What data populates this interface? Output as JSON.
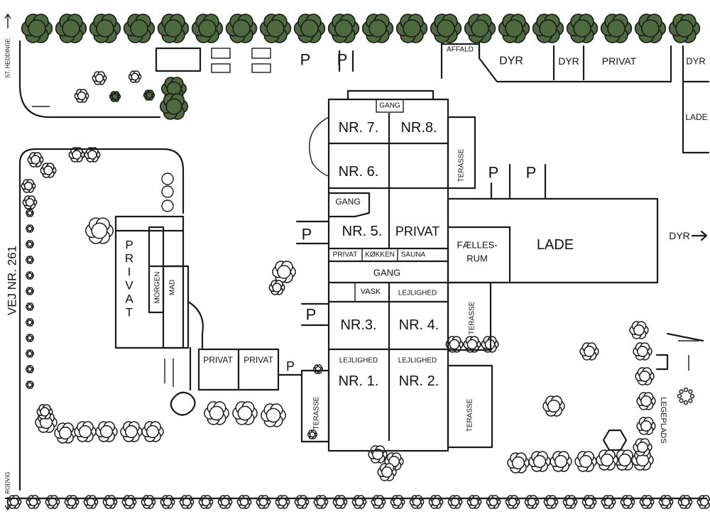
{
  "colors": {
    "tree_fill": "#4d6b3f",
    "ink": "#1a1a1a",
    "paper": "#ffffff"
  },
  "rooms": {
    "nr7": "NR. 7.",
    "nr8": "NR.8.",
    "nr6": "NR. 6.",
    "nr5": "NR. 5.",
    "nr3": "NR.3.",
    "nr4": "NR. 4.",
    "nr1": "NR. 1.",
    "nr2": "NR. 2.",
    "privat_upper": "PRIVAT",
    "privat_small": "PRIVAT",
    "kokken": "KØKKEN",
    "sauna": "SAUNA",
    "gang_top": "GANG",
    "gang_left": "GANG",
    "gang_mid": "GANG",
    "vask": "VASK",
    "lejlighed_4": "LEJLIGHED",
    "lejlighed_1": "LEJLIGHED",
    "lejlighed_2": "LEJLIGHED",
    "faelles_1": "FÆLLES-",
    "faelles_2": "RUM",
    "lade_main": "LADE",
    "terasse_1": "TERASSE",
    "terasse_2": "TERASSE",
    "terasse_3": "TERASSE",
    "terasse_4": "TERASSE",
    "privat_left_letters": [
      "P",
      "R",
      "I",
      "V",
      "A",
      "T"
    ],
    "morgenmad_1": "MORGEN",
    "morgenmad_2": "MAD",
    "privat_lower_a": "PRIVAT",
    "privat_lower_b": "PRIVAT"
  },
  "top_row": {
    "affald": "AFFALD",
    "dyr_1": "DYR",
    "dyr_2": "DYR",
    "privat": "PRIVAT",
    "dyr_3": "DYR",
    "lade_side": "LADE"
  },
  "parking": {
    "p_symbol": "P"
  },
  "roads": {
    "left_road": "VEJ NR. 261",
    "north_road": "ST. HEDDINGE",
    "south_road": "RODVIG",
    "dyr_arrow": "DYR"
  },
  "legeplads": "LEGEPLADS"
}
